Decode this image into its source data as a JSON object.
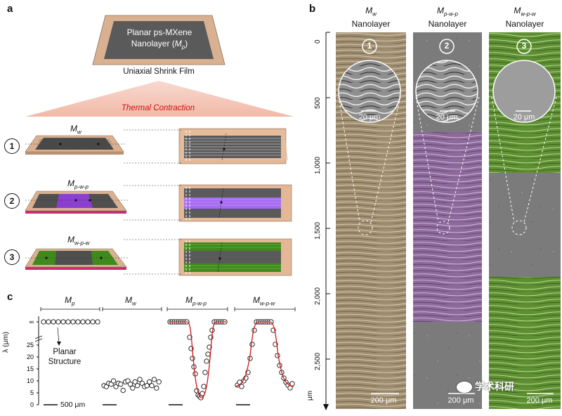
{
  "panel_a": {
    "letter": "a",
    "top_box": {
      "line1": "Planar ps-MXene",
      "line2": "Nanolayer (",
      "sym": "M",
      "sub": "p",
      "close": ")"
    },
    "film_label": "Uniaxial Shrink Film",
    "contraction_label": "Thermal Contraction",
    "rows": [
      {
        "num": "1",
        "label_main": "M",
        "label_sub": "w"
      },
      {
        "num": "2",
        "label_main": "M",
        "label_sub": "p-w-p"
      },
      {
        "num": "3",
        "label_main": "M",
        "label_sub": "w-p-w"
      }
    ]
  },
  "panel_b": {
    "letter": "b",
    "columns": [
      {
        "sym": "M",
        "sub": "w",
        "name": "Nanolayer",
        "num": "1",
        "inset_scale": "20 μm",
        "scale": "200 μm",
        "color": "#a8987c"
      },
      {
        "sym": "M",
        "sub": "p-w-p",
        "name": "Nanolayer",
        "num": "2",
        "inset_scale": "20 μm",
        "scale": "200 μm",
        "color": "#8a8a8a"
      },
      {
        "sym": "M",
        "sub": "w-p-w",
        "name": "Nanolayer",
        "num": "3",
        "inset_scale": "20 μm",
        "scale": "200 μm",
        "color": "#6f9a3a"
      }
    ],
    "axis_ticks": [
      "0",
      "500",
      "1,000",
      "1,500",
      "2,000",
      "2,500"
    ],
    "axis_unit": "μm",
    "watermark": "学术科研"
  },
  "panel_c": {
    "letter": "c",
    "ylabel": "λ (μm)",
    "y_ticks": [
      "0",
      "5",
      "10",
      "15",
      "20",
      "25",
      "∞"
    ],
    "groups": [
      {
        "sym": "M",
        "sub": "p"
      },
      {
        "sym": "M",
        "sub": "w"
      },
      {
        "sym": "M",
        "sub": "p-w-p"
      },
      {
        "sym": "M",
        "sub": "w-p-w"
      }
    ],
    "annotation_line1": "Planar",
    "annotation_line2": "Structure",
    "scale_label": "500 μm"
  },
  "colors": {
    "film": "#dcb596",
    "mxene": "#555555",
    "purple": "#8a3fd1",
    "green": "#3f8a1c",
    "pink_stripe": "#c9306b",
    "fit_line": "#d01818",
    "contraction_red": "#cc1010"
  }
}
